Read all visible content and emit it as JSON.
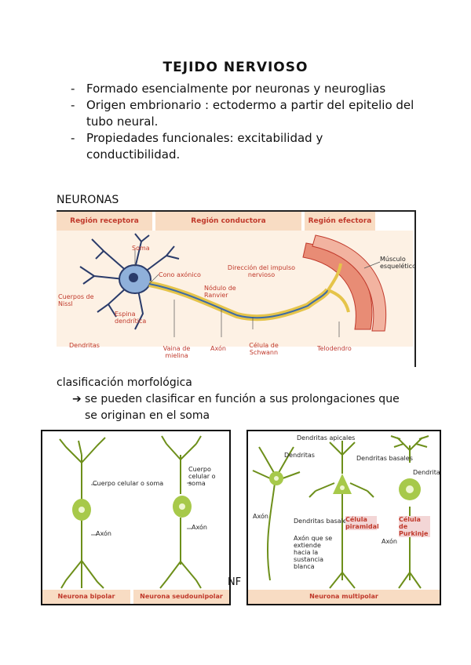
{
  "title": "TEJIDO NERVIOSO",
  "bullets": [
    "Formado esencialmente por neuronas y neuroglias",
    "Origen embrionario : ectodermo a partir del epitelio del tubo neural.",
    "Propiedades funcionales: excitabilidad y conductibilidad."
  ],
  "section_neuronas": "NEURONAS",
  "neuron_diagram": {
    "headers": [
      "Región receptora",
      "Región conductora",
      "Región efectora"
    ],
    "labels": {
      "soma": "Soma",
      "cono": "Cono axónico",
      "direccion": "Dirección del impulso nervioso",
      "nodulo": "Nódulo de Ranvier",
      "cuerpos": "Cuerpos de Nissl",
      "espina": "Espina dendrítica",
      "dendritas": "Dendritas",
      "vaina": "Vaina de mielina",
      "axon": "Axón",
      "celula_schwann": "Célula de Schwann",
      "telodendro": "Telodendro",
      "musculo": "Músculo esquelético"
    }
  },
  "section_clasificacion": "clasificación morfológica",
  "clasificacion_text": "se pueden clasificar en función a sus prolongaciones que se originan en el soma",
  "fig_left": {
    "labels": {
      "cuerpo1": "Cuerpo celular o soma",
      "axon1": "Axón",
      "cuerpo2": "Cuerpo celular o soma",
      "axon2": "Axón"
    },
    "captions": [
      "Neurona bipolar",
      "Neurona seudounipolar"
    ]
  },
  "fig_right": {
    "labels": {
      "dendritas1": "Dendritas",
      "dendritas_apicales": "Dendritas apicales",
      "dendritas_basales": "Dendritas basales",
      "dendritas3": "Dendritas",
      "axon": "Axón",
      "dendritas_basales2": "Dendritas basales",
      "celula_piramidal": "Célula piramidal",
      "celula_purkinje": "Célula de Purkinje",
      "axon2": "Axón",
      "axon_sustancia": "Axón que se extiende hacia la sustancia blanca"
    },
    "caption": "Neurona multipolar"
  },
  "stray_text": "NF"
}
